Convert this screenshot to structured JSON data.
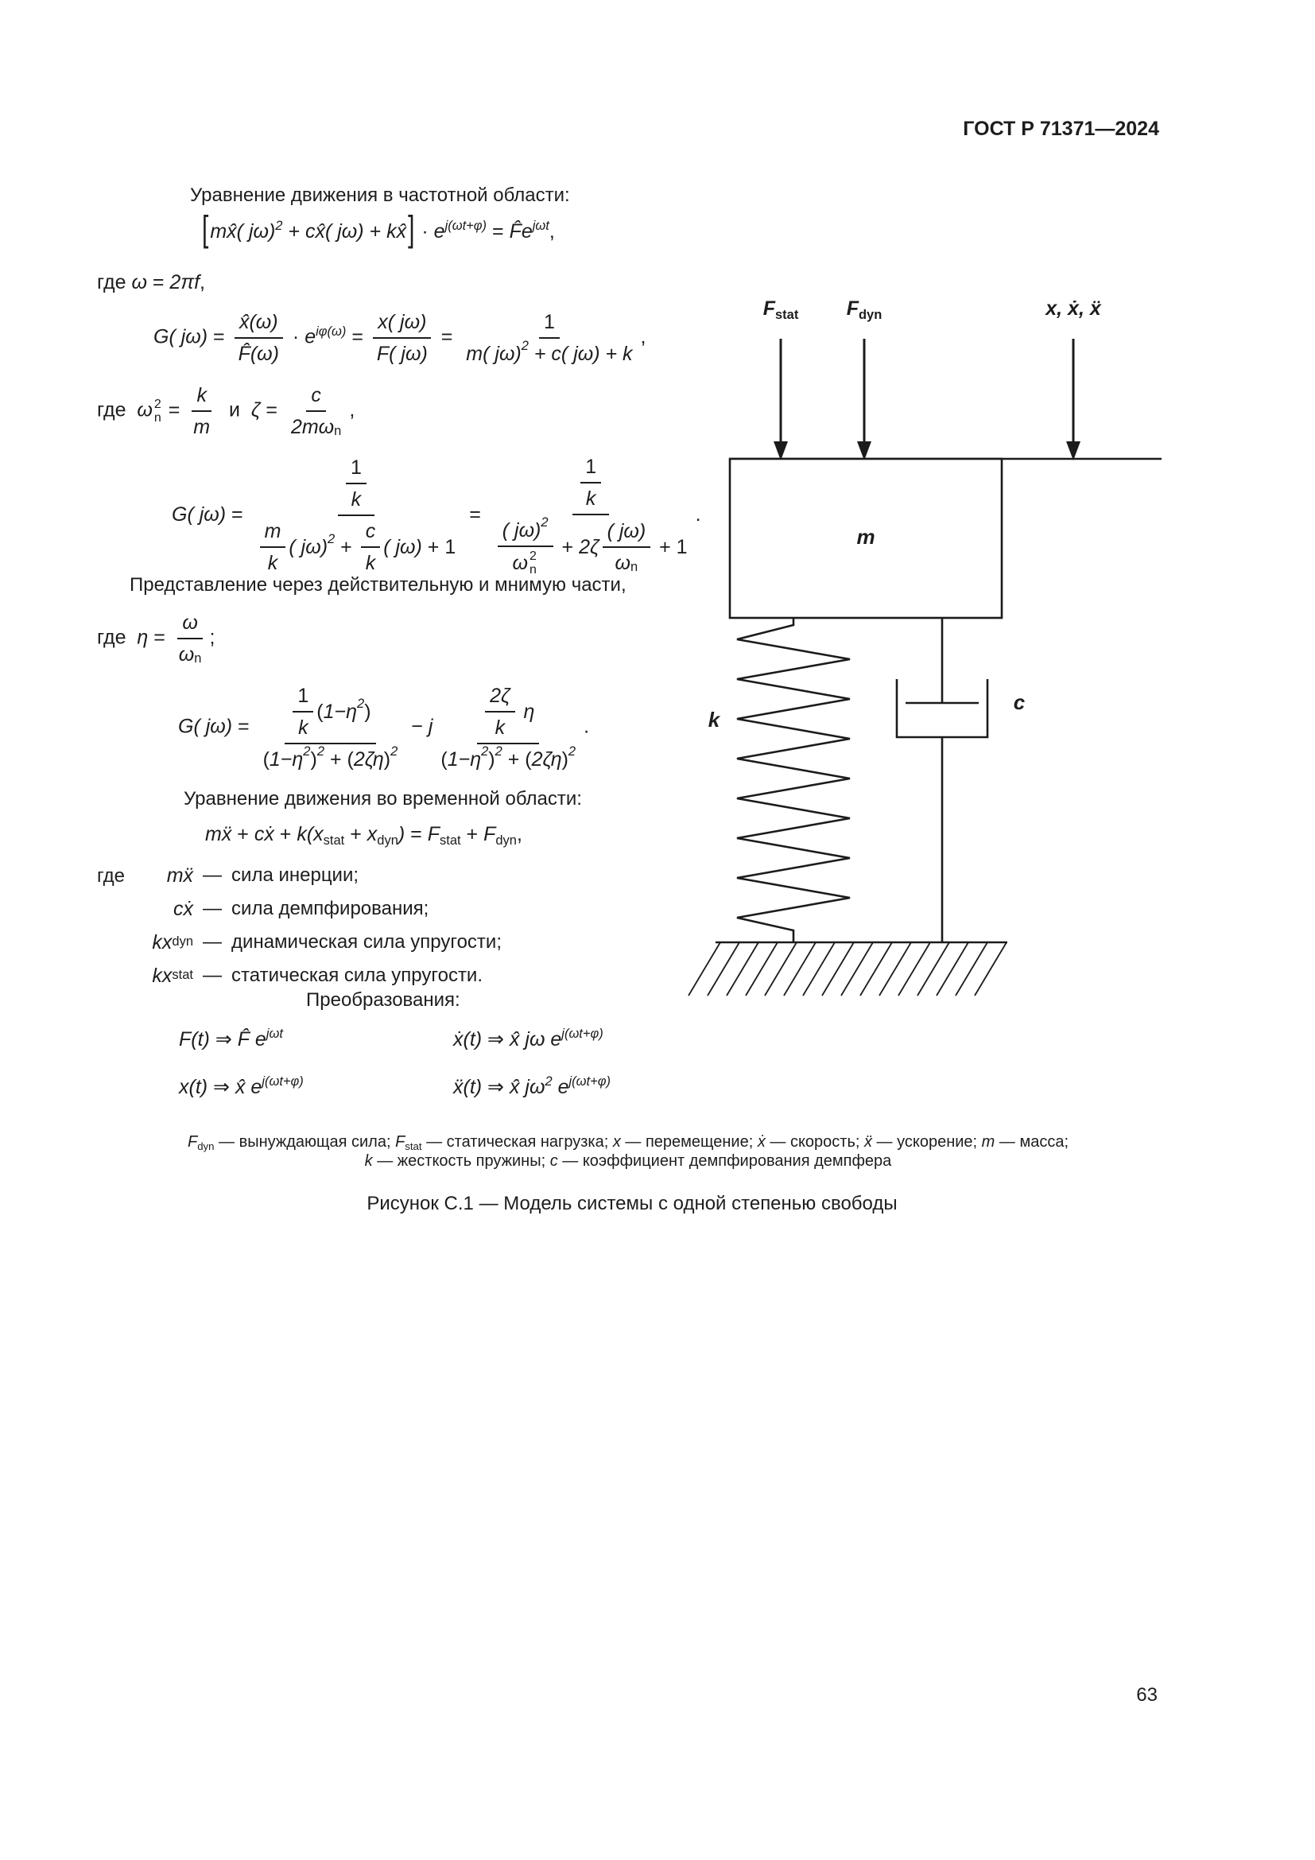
{
  "page": {
    "header": "ГОСТ Р 71371—2024",
    "number": "63"
  },
  "titles": {
    "frequency": "Уравнение движения в частотной области:",
    "representation": "Представление через действительную и мнимую части,",
    "time": "Уравнение движения во временной области:",
    "transforms": "Преобразования:",
    "caption": "Рисунок С.1 — Модель системы с одной степенью свободы"
  },
  "formulas": {
    "eq1": [
      {
        "big": "["
      },
      {
        "t": "mx̂( jω)"
      },
      {
        "sup": "2"
      },
      {
        "t": " + cx̂( jω) + kx̂"
      },
      {
        "big": "]"
      },
      {
        "r": " · "
      },
      {
        "t": "e"
      },
      {
        "sup": "j(ωt+φ)"
      },
      {
        "r": " = "
      },
      {
        "t": "F̂e"
      },
      {
        "sup": "jωt"
      },
      {
        "r": ","
      }
    ],
    "where1": [
      {
        "r": "где "
      },
      {
        "t": "ω"
      },
      {
        "r": " = "
      },
      {
        "t": "2πf"
      },
      {
        "r": ","
      }
    ],
    "eq2": [
      {
        "t": "G( jω)"
      },
      {
        "r": " = "
      },
      {
        "frac": {
          "n": [
            {
              "t": "x̂(ω)"
            }
          ],
          "d": [
            {
              "t": "F̂(ω)"
            }
          ]
        }
      },
      {
        "r": " · "
      },
      {
        "t": "e"
      },
      {
        "sup": "iφ(ω)"
      },
      {
        "r": " = "
      },
      {
        "frac": {
          "n": [
            {
              "t": "x( jω)"
            }
          ],
          "d": [
            {
              "t": "F( jω)"
            }
          ]
        }
      },
      {
        "r": " = "
      },
      {
        "frac": {
          "n": [
            {
              "r": "1"
            }
          ],
          "d": [
            {
              "t": "m( jω)"
            },
            {
              "sup": "2"
            },
            {
              "t": " + c( jω) + k"
            }
          ]
        }
      },
      {
        "r": ","
      }
    ],
    "where2": [
      {
        "r": "где  "
      },
      {
        "t": "ω"
      },
      {
        "ss": {
          "sup": "2",
          "sub": "n"
        }
      },
      {
        "r": " = "
      },
      {
        "frac": {
          "n": [
            {
              "t": "k"
            }
          ],
          "d": [
            {
              "t": "m"
            }
          ]
        }
      },
      {
        "r": "  и  "
      },
      {
        "t": "ζ"
      },
      {
        "r": " = "
      },
      {
        "frac": {
          "n": [
            {
              "t": "c"
            }
          ],
          "d": [
            {
              "t": "2mω"
            },
            {
              "sub": "n"
            }
          ]
        }
      },
      {
        "r": ","
      }
    ],
    "eq3": [
      {
        "t": "G( jω)"
      },
      {
        "r": " = "
      },
      {
        "frac": {
          "n": [
            {
              "frac": {
                "n": [
                  {
                    "r": "1"
                  }
                ],
                "d": [
                  {
                    "t": "k"
                  }
                ]
              }
            }
          ],
          "d": [
            {
              "frac": {
                "n": [
                  {
                    "t": "m"
                  }
                ],
                "d": [
                  {
                    "t": "k"
                  }
                ]
              }
            },
            {
              "t": "( jω)"
            },
            {
              "sup": "2"
            },
            {
              "r": " + "
            },
            {
              "frac": {
                "n": [
                  {
                    "t": "c"
                  }
                ],
                "d": [
                  {
                    "t": "k"
                  }
                ]
              }
            },
            {
              "t": "( jω)"
            },
            {
              "r": " + 1"
            }
          ]
        }
      },
      {
        "r": " = "
      },
      {
        "frac": {
          "n": [
            {
              "frac": {
                "n": [
                  {
                    "r": "1"
                  }
                ],
                "d": [
                  {
                    "t": "k"
                  }
                ]
              }
            }
          ],
          "d": [
            {
              "frac": {
                "n": [
                  {
                    "t": "( jω)"
                  },
                  {
                    "sup": "2"
                  }
                ],
                "d": [
                  {
                    "t": "ω"
                  },
                  {
                    "ss": {
                      "sup": "2",
                      "sub": "n"
                    }
                  }
                ]
              }
            },
            {
              "r": " + "
            },
            {
              "t": "2ζ"
            },
            {
              "frac": {
                "n": [
                  {
                    "t": "( jω)"
                  }
                ],
                "d": [
                  {
                    "t": "ω"
                  },
                  {
                    "sub": "n"
                  }
                ]
              }
            },
            {
              "r": " + 1"
            }
          ]
        }
      },
      {
        "r": "."
      }
    ],
    "where3": [
      {
        "r": "где  "
      },
      {
        "t": "η"
      },
      {
        "r": " = "
      },
      {
        "frac": {
          "n": [
            {
              "t": "ω"
            }
          ],
          "d": [
            {
              "t": "ω"
            },
            {
              "sub": "n"
            }
          ]
        }
      },
      {
        "r": ";"
      }
    ],
    "eq4": [
      {
        "t": "G( jω)"
      },
      {
        "r": " = "
      },
      {
        "frac": {
          "n": [
            {
              "frac": {
                "n": [
                  {
                    "r": "1"
                  }
                ],
                "d": [
                  {
                    "t": "k"
                  }
                ]
              }
            },
            {
              "r": "("
            },
            {
              "t": "1−η"
            },
            {
              "sup": "2"
            },
            {
              "r": ")"
            }
          ],
          "d": [
            {
              "r": "("
            },
            {
              "t": "1−η"
            },
            {
              "sup": "2"
            },
            {
              "r": ")"
            },
            {
              "sup": "2"
            },
            {
              "r": " + ("
            },
            {
              "t": "2ζη"
            },
            {
              "r": ")"
            },
            {
              "sup": "2"
            }
          ]
        }
      },
      {
        "r": " − "
      },
      {
        "t": "j"
      },
      {
        "frac": {
          "n": [
            {
              "frac": {
                "n": [
                  {
                    "t": "2ζ"
                  }
                ],
                "d": [
                  {
                    "t": "k"
                  }
                ]
              }
            },
            {
              "t": " η"
            }
          ],
          "d": [
            {
              "r": "("
            },
            {
              "t": "1−η"
            },
            {
              "sup": "2"
            },
            {
              "r": ")"
            },
            {
              "sup": "2"
            },
            {
              "r": " + ("
            },
            {
              "t": "2ζη"
            },
            {
              "r": ")"
            },
            {
              "sup": "2"
            }
          ]
        }
      },
      {
        "r": "."
      }
    ],
    "eq5": [
      {
        "t": "mẍ"
      },
      {
        "r": " + "
      },
      {
        "t": "cẋ"
      },
      {
        "r": " + "
      },
      {
        "t": "k(x"
      },
      {
        "sub": "stat"
      },
      {
        "r": " + "
      },
      {
        "t": "x"
      },
      {
        "sub": "dyn"
      },
      {
        "t": ")"
      },
      {
        "r": " = "
      },
      {
        "t": "F"
      },
      {
        "sub": "stat"
      },
      {
        "r": " + "
      },
      {
        "t": "F"
      },
      {
        "sub": "dyn"
      },
      {
        "r": ","
      }
    ],
    "defs_word": "где",
    "defs": [
      {
        "term": [
          {
            "t": "mẍ"
          }
        ],
        "dash": "—",
        "text": "сила инерции;"
      },
      {
        "term": [
          {
            "t": "cẋ"
          }
        ],
        "dash": "—",
        "text": "сила демпфирования;"
      },
      {
        "term": [
          {
            "t": "kx"
          },
          {
            "sub": "dyn"
          }
        ],
        "dash": "—",
        "text": "динамическая сила упругости;"
      },
      {
        "term": [
          {
            "t": "kx"
          },
          {
            "sub": "stat"
          }
        ],
        "dash": "—",
        "text": "статическая сила упругости."
      }
    ],
    "transforms": [
      [
        {
          "t": "F(t)"
        },
        {
          "r": " ⇒ "
        },
        {
          "t": "F̂ e"
        },
        {
          "sup": "jωt"
        }
      ],
      [
        {
          "t": "ẋ(t)"
        },
        {
          "r": " ⇒ "
        },
        {
          "t": "x̂ jω e"
        },
        {
          "sup": "j(ωt+φ)"
        }
      ],
      [
        {
          "t": "x(t)"
        },
        {
          "r": " ⇒ "
        },
        {
          "t": "x̂ e"
        },
        {
          "sup": "j(ωt+φ)"
        }
      ],
      [
        {
          "t": "ẍ(t)"
        },
        {
          "r": " ⇒ "
        },
        {
          "t": "x̂ jω"
        },
        {
          "sup": "2"
        },
        {
          "t": " e"
        },
        {
          "sup": "j(ωt+φ)"
        }
      ]
    ],
    "legend1": [
      {
        "t": "F"
      },
      {
        "sub": "dyn"
      },
      {
        "r": " — вынуждающая сила; "
      },
      {
        "t": "F"
      },
      {
        "sub": "stat"
      },
      {
        "r": " — статическая нагрузка; "
      },
      {
        "t": "x"
      },
      {
        "r": " — перемещение; "
      },
      {
        "t": "ẋ"
      },
      {
        "r": " — скорость; "
      },
      {
        "t": "ẍ"
      },
      {
        "r": " — ускорение; "
      },
      {
        "t": "m"
      },
      {
        "r": " — масса;"
      }
    ],
    "legend2": [
      {
        "t": "k"
      },
      {
        "r": " — жесткость пружины; "
      },
      {
        "t": "c"
      },
      {
        "r": " — коэффициент демпфирования демпфера"
      }
    ]
  },
  "diagram": {
    "labels": {
      "f_stat": [
        {
          "t": "F"
        },
        {
          "sub": "stat"
        }
      ],
      "f_dyn": [
        {
          "t": "F"
        },
        {
          "sub": "dyn"
        }
      ],
      "motion": [
        {
          "t": "x"
        },
        {
          "r": ", "
        },
        {
          "t": "ẋ"
        },
        {
          "r": ", "
        },
        {
          "t": "ẍ"
        }
      ],
      "mass": "m",
      "spring": "k",
      "damper": "c"
    }
  }
}
